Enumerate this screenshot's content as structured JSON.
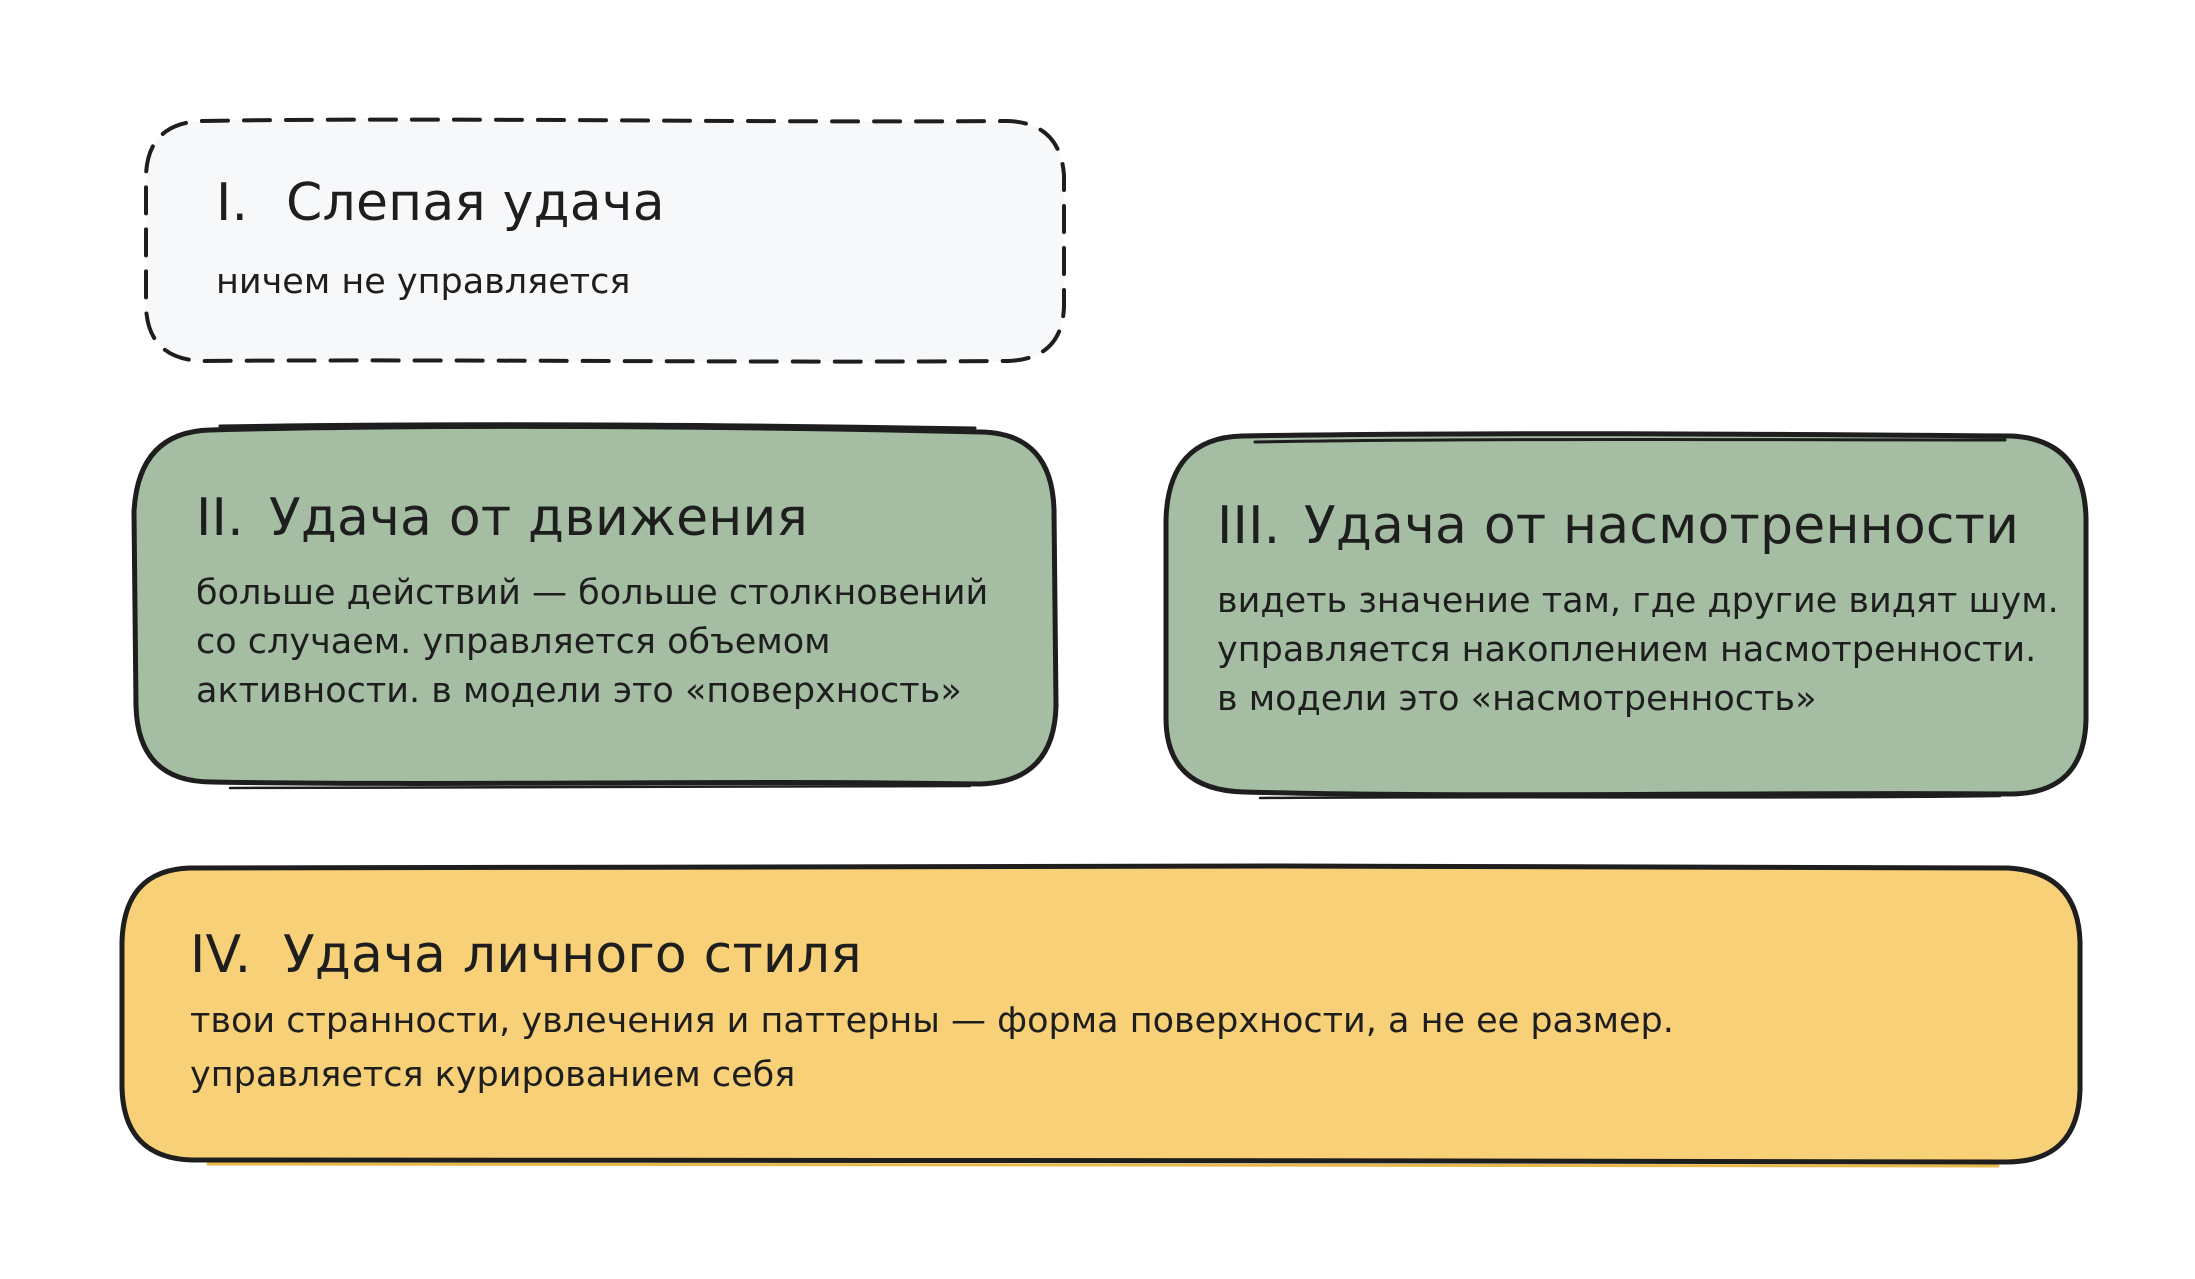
{
  "cards": [
    {
      "numeral": "I.",
      "title": "Слепая удача",
      "lines": [
        "ничем не управляется"
      ],
      "fill": "#f7f8fa",
      "border": "dashed"
    },
    {
      "numeral": "II.",
      "title": "Удача от движения",
      "lines": [
        "больше действий — больше столкновений",
        "со случаем. управляется объемом",
        "активности. в модели это «поверхность»"
      ],
      "fill": "#a5bea3",
      "border": "solid"
    },
    {
      "numeral": "III.",
      "title": "Удача от насмотренности",
      "lines": [
        "видеть значение там, где другие видят шум.",
        "управляется накоплением насмотренности.",
        "в модели это «насмотренность»"
      ],
      "fill": "#a5bea3",
      "border": "solid"
    },
    {
      "numeral": "IV.",
      "title": "Удача личного стиля",
      "lines": [
        "твои странности, увлечения и паттерны — форма поверхности, а не ее размер.",
        "управляется курированием себя"
      ],
      "fill": "#f7d077",
      "border": "solid"
    }
  ]
}
